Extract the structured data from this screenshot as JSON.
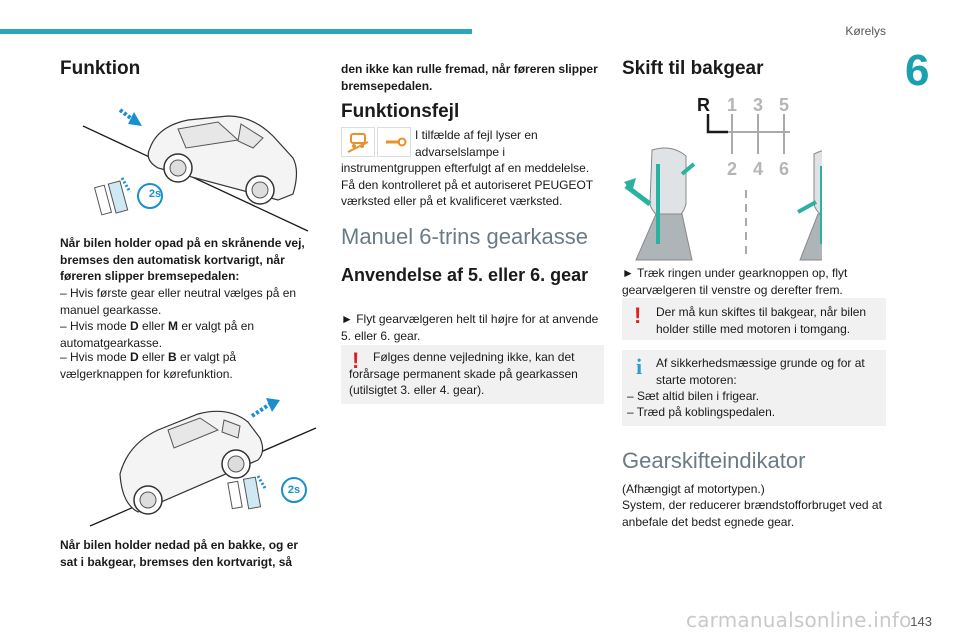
{
  "header": {
    "section": "Kørelys",
    "chapter": "6"
  },
  "footer": {
    "page": "143",
    "watermark": "carmanualsonline.info"
  },
  "col1": {
    "title": "Funktion",
    "fig1_badge": "2s",
    "bold1": "Når bilen holder opad på en skrånende vej, bremses den automatisk kortvarigt, når føreren slipper bremsepedalen:",
    "l1": "– Hvis første gear eller neutral vælges på en manuel gearkasse.",
    "l2a": "– Hvis mode ",
    "l2b": "D",
    "l2c": " eller ",
    "l2d": "M",
    "l2e": " er valgt på en automatgearkasse.",
    "l3a": "– Hvis mode ",
    "l3b": "D",
    "l3c": " eller ",
    "l3d": "B",
    "l3e": " er valgt på vælgerknappen for kørefunktion.",
    "fig2_badge": "2s",
    "bold2": "Når bilen holder nedad på en bakke, og er sat i bakgear, bremses den kortvarigt, så"
  },
  "col2": {
    "cont": "den ikke kan rulle fremad, når føreren slipper bremsepedalen.",
    "title_fault": "Funktionsfejl",
    "fault_text1": "I tilfælde af fejl lyser en advarselslampe i",
    "fault_text2": "instrumentgruppen efterfulgt af en meddelelse. Få den kontrolleret på et autoriseret PEUGEOT værksted eller på et kvalificeret værksted.",
    "title_gearbox": "Manuel 6-trins gearkasse",
    "title_use": "Anvendelse af 5. eller 6. gear",
    "use_text": "► Flyt gearvælgeren helt til højre for at anvende 5. eller 6. gear.",
    "warn_text": "Følges denne vejledning ikke, kan det forårsage permanent skade på gearkassen (utilsigtet 3. eller 4. gear)."
  },
  "col3": {
    "title_reverse": "Skift til bakgear",
    "gear_r": "R",
    "gear_1": "1",
    "gear_3": "3",
    "gear_5": "5",
    "gear_2": "2",
    "gear_4": "4",
    "gear_6": "6",
    "reverse_text": "► Træk ringen under gearknoppen op, flyt gearvælgeren til venstre og derefter frem.",
    "warn_text": "Der må kun skiftes til bakgear, når bilen holder stille med motoren i tomgang.",
    "info_text1": "Af sikkerhedsmæssige grunde og for at starte motoren:",
    "info_l1": "– Sæt altid bilen i frigear.",
    "info_l2": "– Træd på koblingspedalen.",
    "title_indicator": "Gearskifteindikator",
    "ind_text1": "(Afhængigt af motortypen.)",
    "ind_text2": "System, der reducerer brændstofforbruget ved at anbefale det bedst egnede gear."
  },
  "colors": {
    "accent": "#2aa7b8",
    "warning": "#e02020",
    "info": "#2a9fd6",
    "box_bg": "#f1f1f1",
    "grey_heading": "#6b7b86"
  }
}
